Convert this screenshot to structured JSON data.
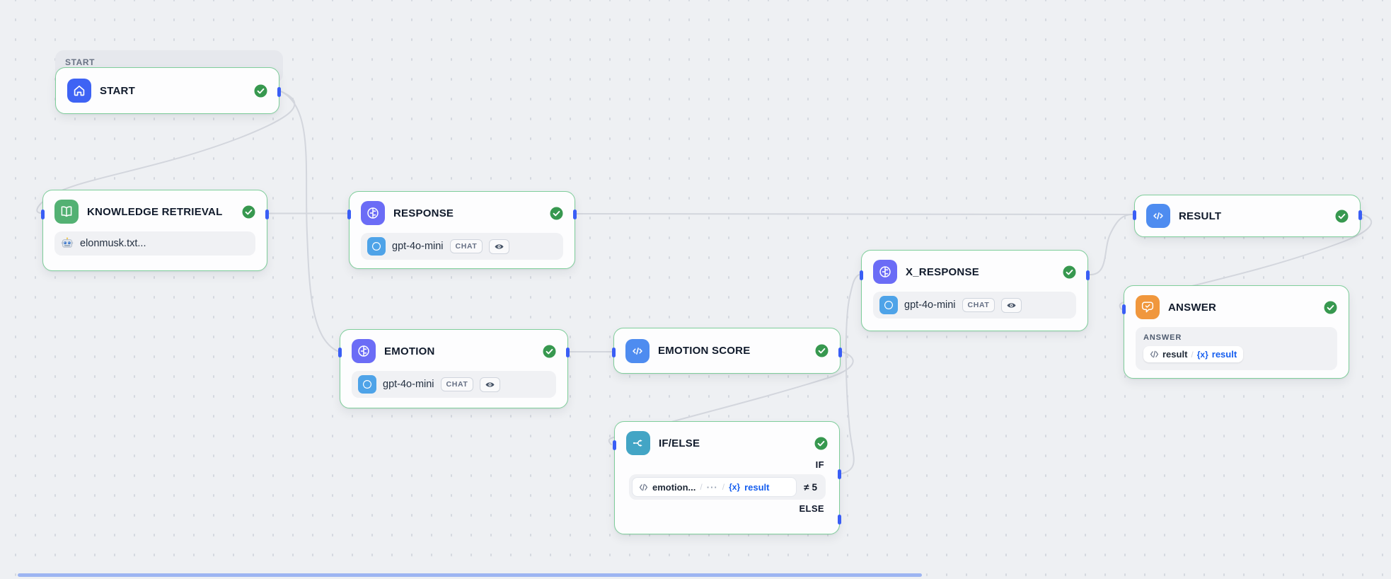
{
  "band": {
    "label": "START"
  },
  "nodes": {
    "start": {
      "title": "START"
    },
    "knowledge": {
      "title": "KNOWLEDGE RETRIEVAL",
      "dataset": "elonmusk.txt..."
    },
    "response": {
      "title": "RESPONSE",
      "model": "gpt-4o-mini",
      "mode": "CHAT"
    },
    "emotion": {
      "title": "EMOTION",
      "model": "gpt-4o-mini",
      "mode": "CHAT"
    },
    "escore": {
      "title": "EMOTION SCORE"
    },
    "ifelse": {
      "title": "IF/ELSE",
      "if_label": "IF",
      "else_label": "ELSE",
      "cond": {
        "var": "emotion...",
        "sep": "/",
        "more": "···",
        "var_icon": "{x}",
        "var_name": "result",
        "op": "≠",
        "value": "5"
      }
    },
    "xresponse": {
      "title": "X_RESPONSE",
      "model": "gpt-4o-mini",
      "mode": "CHAT"
    },
    "result": {
      "title": "RESULT"
    },
    "answer": {
      "title": "ANSWER",
      "section_label": "ANSWER",
      "pill": {
        "code_var": "result",
        "sep": "/",
        "var_icon": "{x}",
        "var_name": "result"
      }
    }
  },
  "status": {
    "all_nodes": "success"
  },
  "edges": [
    {
      "from": "start",
      "to": "knowledge-retrieval"
    },
    {
      "from": "start",
      "to": "emotion"
    },
    {
      "from": "knowledge-retrieval",
      "to": "response"
    },
    {
      "from": "response",
      "to": "result"
    },
    {
      "from": "emotion",
      "to": "emotion-score"
    },
    {
      "from": "emotion-score",
      "to": "if-else"
    },
    {
      "from": "if-else",
      "branch": "IF",
      "to": "x-response"
    },
    {
      "from": "x-response",
      "to": "result"
    },
    {
      "from": "result",
      "to": "answer"
    }
  ],
  "colors": {
    "node_border": "#7fce9b",
    "edge": "#d3d6dd",
    "handle": "#3a5ef5",
    "success": "#37984f",
    "accent_blue": "#155eef",
    "canvas": "#eef0f3"
  }
}
